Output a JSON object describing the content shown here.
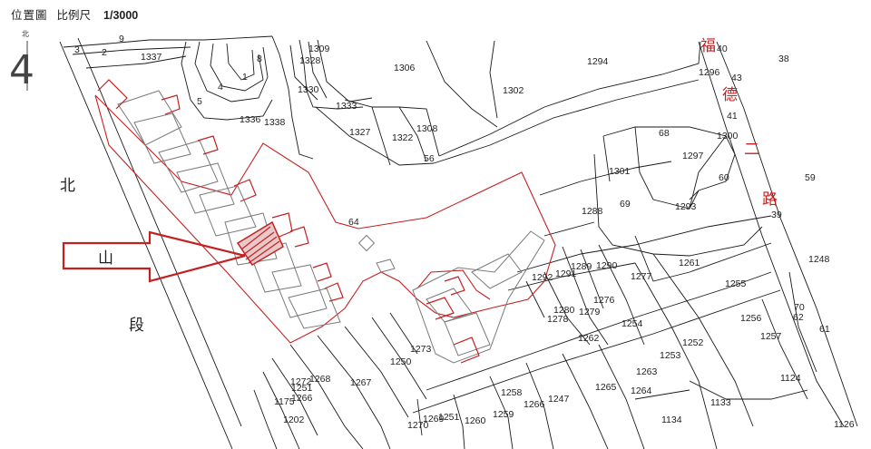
{
  "header": {
    "title": "位置圖",
    "scale_label": "比例尺",
    "scale_value": "1/3000"
  },
  "north_marker": {
    "label": "北",
    "numeral": "4"
  },
  "road_labels": {
    "left": [
      "北",
      "山",
      "段"
    ],
    "right": [
      "福",
      "德",
      "二",
      "路"
    ]
  },
  "colors": {
    "parcel_lines": "#1a1a1a",
    "site_boundary": "#c42020",
    "buildings": "#7a7a7a"
  },
  "lots": {
    "l3": "3",
    "l2": "2",
    "l9": "9",
    "l1337": "1337",
    "l1309": "1309",
    "l1328": "1328",
    "l8": "8",
    "l4": "4",
    "l1": "1",
    "l5": "5",
    "l1330": "1330",
    "l1306": "1306",
    "l1333": "1333",
    "l1336": "1336",
    "l1338": "1338",
    "l1327": "1327",
    "l1322": "1322",
    "l1308": "1308",
    "l56": "56",
    "l1302": "1302",
    "l1294": "1294",
    "l40": "40",
    "l1296": "1296",
    "l43": "43",
    "l38": "38",
    "l41": "41",
    "l68": "68",
    "l1300": "1300",
    "l1297": "1297",
    "l60": "60",
    "l59": "59",
    "l1301": "1301",
    "l69": "69",
    "l1288": "1288",
    "l1293": "1293",
    "l39": "39",
    "l64": "64",
    "l1248": "1248",
    "l1261": "1261",
    "l1277": "1277",
    "l1289": "1289",
    "l1290": "1290",
    "l1292": "1292",
    "l1291": "1291",
    "l1255": "1255",
    "l1276": "1276",
    "l1280": "1280",
    "l1279": "1279",
    "l1278": "1278",
    "l70": "70",
    "l62": "62",
    "l1256": "1256",
    "l61": "61",
    "l1254": "1254",
    "l1262": "1262",
    "l1252": "1252",
    "l1257": "1257",
    "l1253": "1253",
    "l1273": "1273",
    "l1250": "1250",
    "l1263": "1263",
    "l1124": "1124",
    "l1267": "1267",
    "l1268": "1268",
    "l1272": "1272",
    "l1251a": "1251",
    "l1265": "1265",
    "l1264": "1264",
    "l1258": "1258",
    "l1247": "1247",
    "l1266": "1266",
    "l1133": "1133",
    "l1175": "1175",
    "l1266b": "1266",
    "l1202": "1202",
    "l1259": "1259",
    "l1260": "1260",
    "l1269": "1269",
    "l1251b": "1251",
    "l1270": "1270",
    "l1134": "1134",
    "l1126": "1126"
  }
}
